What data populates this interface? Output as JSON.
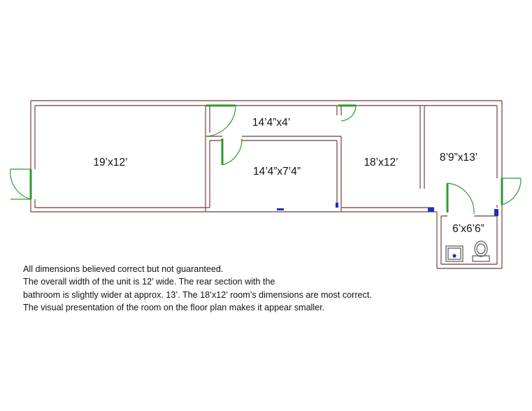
{
  "rooms": {
    "front_room": "19’x12’",
    "hall": "14’4”x4’",
    "middle_room": "14’4”x7’4”",
    "rear_room": "18’x12’",
    "back_room": "8’9”x13’",
    "bathroom": "6’x6’6”"
  },
  "fixtures": [
    "sink-icon",
    "toilet-icon"
  ],
  "notes": [
    "All dimensions believed correct but not guaranteed.",
    "The overall width of the unit is 12’ wide.  The rear section with the",
    "bathroom is slightly wider at approx. 13’.  The 18’x12’ room’s dimensions are most correct.",
    "The visual presentation of the room on the floor plan makes it appear smaller."
  ],
  "colors": {
    "wall": "#8a5a5a",
    "door": "#2e9a2e",
    "accent": "#1e2fbf"
  }
}
